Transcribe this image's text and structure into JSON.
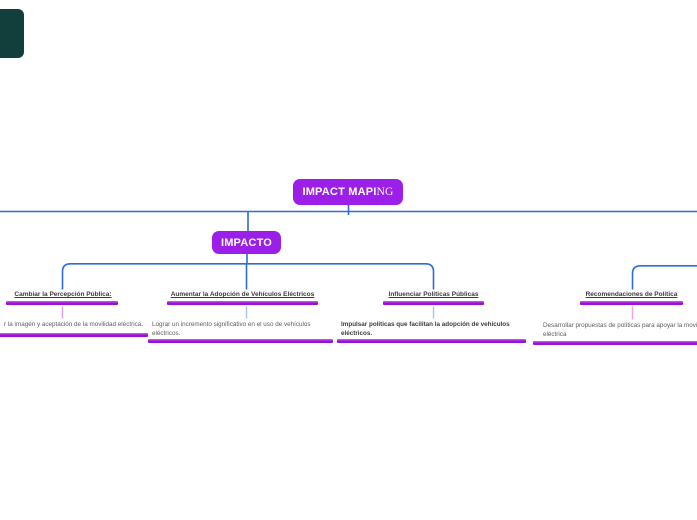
{
  "colors": {
    "node_fill": "#9c1fe9",
    "node_text": "#ffffff",
    "connector_blue": "#2e6ae0",
    "bar_fill": "#9a10d8",
    "bar_highlight": "#c44fe0",
    "title_text": "#3b3b3b",
    "detail_text": "#5d5d5d",
    "toolbar_teal": "#123f3b",
    "branch_connectors": [
      "#d6a2f0",
      "#abc4f8",
      "#abc4f8",
      "#f2a0e8"
    ]
  },
  "map": {
    "root": {
      "label_sans": "IMPACT MAPI",
      "label_serif": "NG"
    },
    "central": {
      "label": "IMPACTO"
    },
    "branches": [
      {
        "title": "Cambiar la Percepción Pública:",
        "detail_lines": [
          "r la imagen y aceptación de la movilidad eléctrica."
        ],
        "detail_bold": false
      },
      {
        "title": "Aumentar la Adopción de Vehículos Eléctricos",
        "detail_lines": [
          "Lograr un incremento significativo en el uso de vehículos",
          "eléctricos."
        ],
        "detail_bold": false
      },
      {
        "title": "Influenciar Políticas Públicas",
        "detail_lines": [
          "Impulsar políticas que facilitan la adopción de vehículos",
          "eléctricos."
        ],
        "detail_bold": true
      },
      {
        "title": "Recomendaciones de Política",
        "detail_lines": [
          "Desarrollar propuestas de políticas para apoyar la movi",
          "eléctrica"
        ],
        "detail_bold": false
      }
    ]
  }
}
